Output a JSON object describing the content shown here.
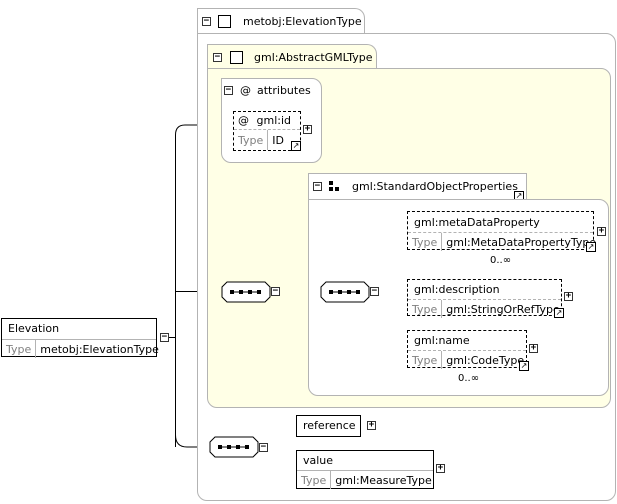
{
  "root": {
    "name": "Elevation",
    "type_label": "Type",
    "type_value": "metobj:ElevationType"
  },
  "complex_type": {
    "name": "metobj:ElevationType"
  },
  "base_type": {
    "name": "gml:AbstractGMLType"
  },
  "attributes": {
    "title": "attributes",
    "at_symbol": "@",
    "gml_id": {
      "name": "gml:id",
      "type_label": "Type",
      "type_value": "ID"
    }
  },
  "group": {
    "name": "gml:StandardObjectProperties",
    "items": [
      {
        "name": "gml:metaDataProperty",
        "type_label": "Type",
        "type_value": "gml:MetaDataPropertyType",
        "occurrence": "0..∞"
      },
      {
        "name": "gml:description",
        "type_label": "Type",
        "type_value": "gml:StringOrRefType",
        "occurrence": ""
      },
      {
        "name": "gml:name",
        "type_label": "Type",
        "type_value": "gml:CodeType",
        "occurrence": "0..∞"
      }
    ]
  },
  "content": {
    "reference": {
      "name": "reference"
    },
    "value": {
      "name": "value",
      "type_label": "Type",
      "type_value": "gml:MeasureType"
    }
  },
  "icons": {
    "collapse": "minus-box-icon",
    "expand": "plus-box-icon",
    "link": "arrow-link-icon",
    "sequence": "sequence-compositor-icon",
    "choice_group": "group-icon"
  }
}
